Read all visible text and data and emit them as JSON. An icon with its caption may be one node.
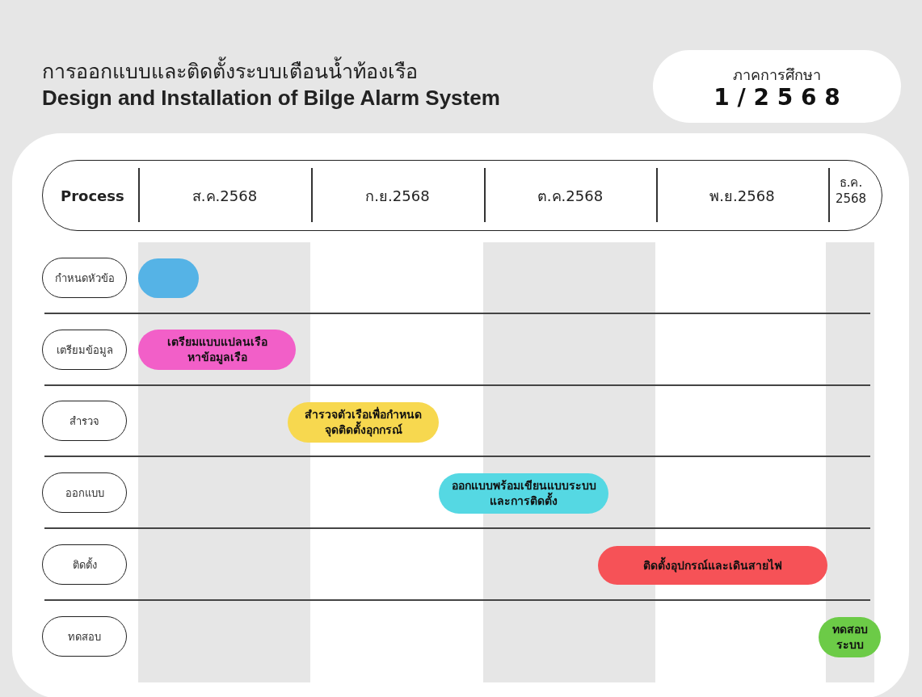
{
  "diagram": {
    "title": "การออกแบบและติดตั้งระบบเตือนน้ำท้องเรือ",
    "nodes": [
      {
        "text": [
          "ภาคการศึกษา",
          "1 / 2 5 6 8"
        ]
      },
      {
        "text": [
          "Process",
          "ส.ค.2568",
          "ก.ย.2568",
          "ต.ค.2568",
          "พ.ย.2568",
          "ธ.ค. 2568"
        ]
      },
      {
        "text": [
          "กำหนดหัวข้อ"
        ]
      },
      {
        "text": [
          "เตรียมข้อมูล"
        ]
      },
      {
        "text": [
          "สำรวจ"
        ]
      },
      {
        "text": [
          "ออกแบบ"
        ]
      },
      {
        "text": [
          "ติดตั้ง"
        ]
      },
      {
        "text": [
          "ทดสอบ"
        ]
      },
      {
        "text": [],
        "shape": "bar"
      },
      {
        "text": [
          "เตรียมแบบแปลนเรือ หาข้อมูลเรือ"
        ]
      },
      {
        "text": [
          "สำรวจตัวเรือเพื่อกำหนดจุดติดตั้งอุกกรณ์"
        ]
      },
      {
        "text": [
          "ออกแบบพร้อมเขียนแบบระบบและการติดตั้ง"
        ]
      },
      {
        "text": [
          "ติดตั้งอุปกรณ์และเดินสายไฟ"
        ]
      },
      {
        "text": [
          "ทดสอบระบบ"
        ]
      }
    ],
    "edges": [],
    "labels": [
      "Design and Installation of Bilge Alarm System"
    ]
  }
}
